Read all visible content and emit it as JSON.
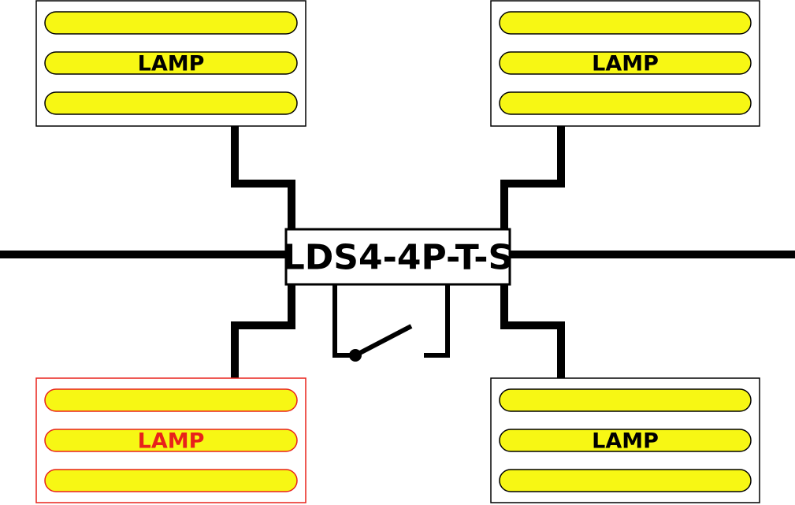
{
  "controller": {
    "label": "LDS4-4P-T-S"
  },
  "lamps": [
    {
      "id": "top-left",
      "label": "LAMP",
      "highlighted": false
    },
    {
      "id": "top-right",
      "label": "LAMP",
      "highlighted": false
    },
    {
      "id": "bottom-left",
      "label": "LAMP",
      "highlighted": true
    },
    {
      "id": "bottom-right",
      "label": "LAMP",
      "highlighted": false
    }
  ],
  "colors": {
    "tube_fill": "#f7f714",
    "normal_outline": "#000000",
    "highlight_outline": "#e8221b",
    "wire": "#000000"
  }
}
